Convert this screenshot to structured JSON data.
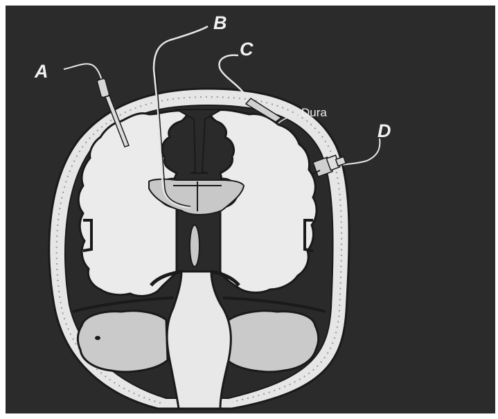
{
  "labels": {
    "a": "A",
    "b": "B",
    "c": "C",
    "d": "D",
    "dura": "Dura"
  },
  "colors": {
    "background": "#2b2b2b",
    "brain": "#ebebeb",
    "ventricle": "#c8c8c8",
    "cerebellum": "#c9c9c9",
    "outline": "#1a1a1a",
    "text": "#f2f2f2"
  }
}
